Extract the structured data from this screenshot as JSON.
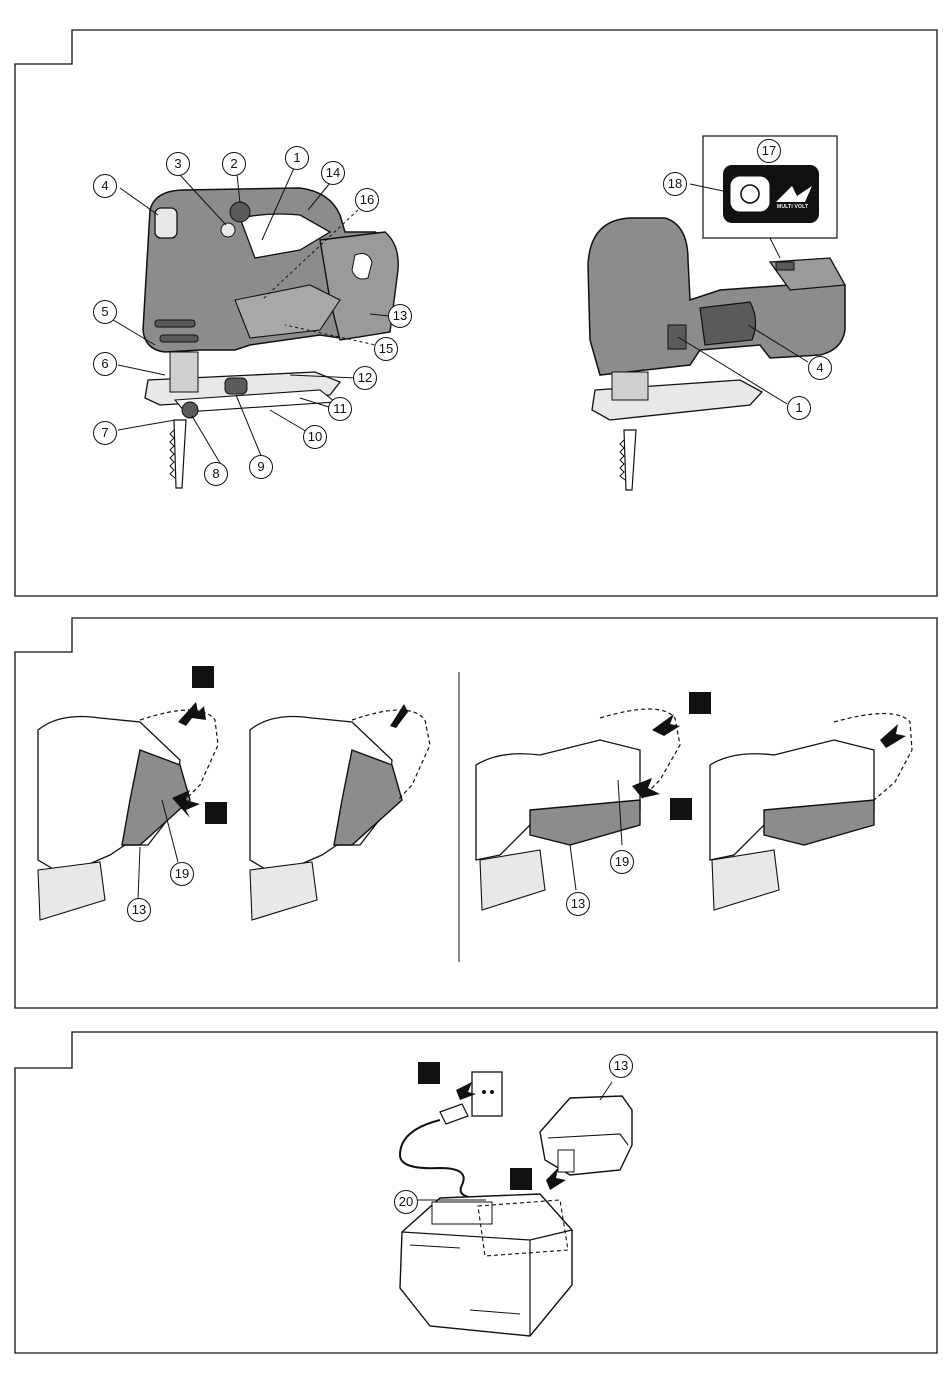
{
  "figure1": {
    "left_view_callouts": [
      "1",
      "2",
      "3",
      "4",
      "5",
      "6",
      "7",
      "8",
      "9",
      "10",
      "11",
      "12",
      "13",
      "14",
      "15",
      "16"
    ],
    "right_view_callouts": [
      "17",
      "18",
      "4",
      "1"
    ],
    "indicator_label": "MULTI VOLT"
  },
  "figure2": {
    "callouts": [
      "13",
      "19",
      "19",
      "13"
    ]
  },
  "figure3": {
    "callouts": [
      "13",
      "20"
    ]
  },
  "colors": {
    "line": "#111111",
    "tool_body": "#8c8c8c",
    "tool_dark": "#5a5a5a",
    "light_part": "#e8e8e8"
  },
  "icons": [
    "arrow-icon",
    "light-icon",
    "mv-logo-icon",
    "plug-icon",
    "socket-icon"
  ]
}
